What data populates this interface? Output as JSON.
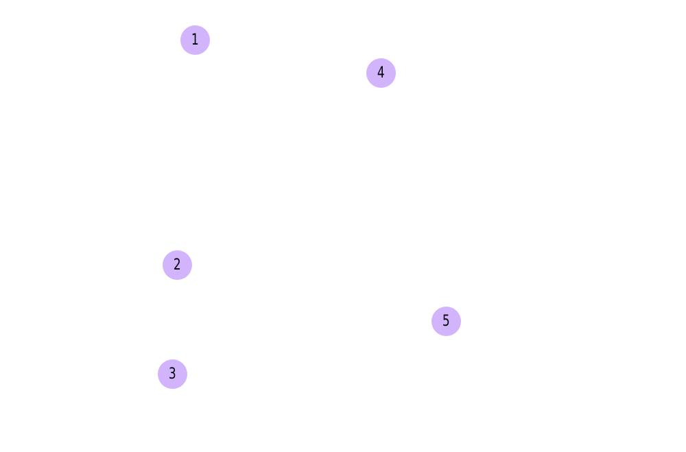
{
  "style": {
    "background": "#ffffff",
    "node_fill": "#d2b4fc",
    "node_text": "#000000"
  },
  "nodes": [
    {
      "label": "1"
    },
    {
      "label": "2"
    },
    {
      "label": "3"
    },
    {
      "label": "4"
    },
    {
      "label": "5"
    }
  ]
}
